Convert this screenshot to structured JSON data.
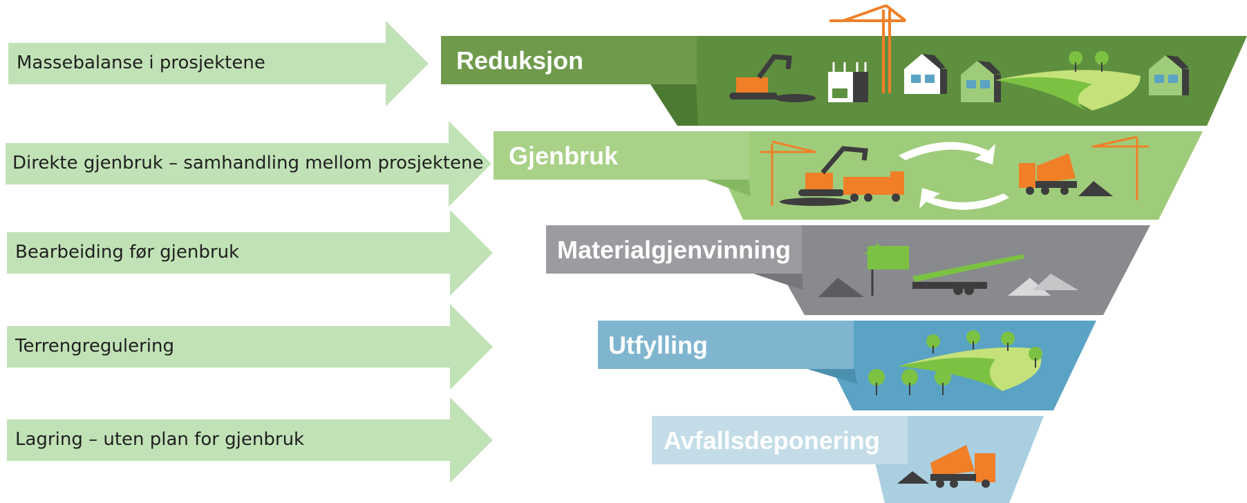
{
  "arrows": [
    {
      "label": "Massebalanse i prosjektene"
    },
    {
      "label": "Direkte gjenbruk – samhandling mellom prosjektene"
    },
    {
      "label": "Bearbeiding før gjenbruk"
    },
    {
      "label": "Terrengregulering"
    },
    {
      "label": "Lagring – uten plan for gjenbruk"
    }
  ],
  "levels": [
    {
      "title": "Reduksjon",
      "color": "#5e8f3e",
      "tab_color": "#6f9a4c"
    },
    {
      "title": "Gjenbruk",
      "color": "#9fcc7a",
      "tab_color": "#a9d188"
    },
    {
      "title": "Materialgjenvinning",
      "color": "#888a8d",
      "tab_color": "#9a9c9f"
    },
    {
      "title": "Utfylling",
      "color": "#5aa3c4",
      "tab_color": "#7fb5cf"
    },
    {
      "title": "Avfallsdeponering",
      "color": "#a9cfe0",
      "tab_color": "#c3dce8"
    }
  ],
  "colors": {
    "arrow": "#c1e2b6",
    "orange": "#f07f28",
    "tree": "#7cc242",
    "dark": "#3d3d3d"
  },
  "icons": [
    "excavator-icon",
    "crane-icon",
    "house-icon",
    "tree-icon",
    "truck-icon",
    "recycle-arrows-icon",
    "crusher-icon"
  ]
}
